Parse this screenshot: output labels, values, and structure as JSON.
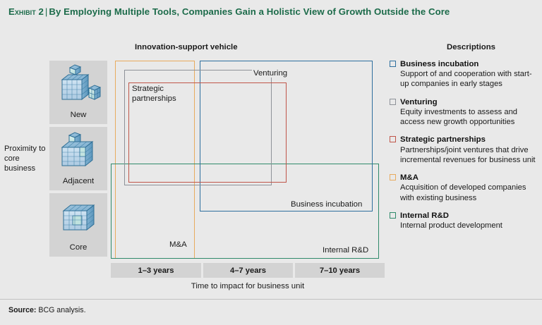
{
  "exhibit": {
    "label": "Exhibit 2",
    "separator": "|",
    "title": "By Employing Multiple Tools, Companies Gain a Holistic View of Growth Outside the Core"
  },
  "headers": {
    "vehicle": "Innovation-support vehicle",
    "descriptions": "Descriptions"
  },
  "y_axis": {
    "label": "Proximity to core business",
    "tiers": [
      {
        "name": "New",
        "icon": "cube-grid-new-icon"
      },
      {
        "name": "Adjacent",
        "icon": "cube-grid-adjacent-icon"
      },
      {
        "name": "Core",
        "icon": "cube-grid-core-icon"
      }
    ]
  },
  "x_axis": {
    "caption": "Time to impact for business unit",
    "segments": [
      "1–3 years",
      "4–7 years",
      "7–10 years"
    ]
  },
  "chart_data": {
    "type": "table",
    "title": "By Employing Multiple Tools, Companies Gain a Holistic View of Growth Outside the Core",
    "xlabel": "Time to impact for business unit",
    "ylabel": "Proximity to core business",
    "x_categories": [
      "1–3 years",
      "4–7 years",
      "7–10 years"
    ],
    "y_categories": [
      "Core",
      "Adjacent",
      "New"
    ],
    "legend_position": "right",
    "grid": false,
    "series": [
      {
        "name": "M&A",
        "color": "#e8a martian",
        "label": "M&A",
        "time_span": [
          "1–3 years",
          "4–7 years"
        ],
        "proximity_span": [
          "Core",
          "Adjacent",
          "New"
        ]
      },
      {
        "name": "Venturing",
        "label": "Venturing",
        "time_span": [
          "1–3 years",
          "4–7 years"
        ],
        "proximity_span": [
          "Adjacent",
          "New"
        ]
      },
      {
        "name": "Strategic partnerships",
        "label": "Strategic partnerships",
        "time_span": [
          "1–3 years",
          "4–7 years"
        ],
        "proximity_span": [
          "Adjacent",
          "New"
        ]
      },
      {
        "name": "Business incubation",
        "label": "Business incubation",
        "time_span": [
          "4–7 years",
          "7–10 years"
        ],
        "proximity_span": [
          "Adjacent",
          "New"
        ]
      },
      {
        "name": "Internal R&D",
        "label": "Internal R&D",
        "time_span": [
          "1–3 years",
          "4–7 years",
          "7–10 years"
        ],
        "proximity_span": [
          "Core",
          "Adjacent"
        ]
      }
    ]
  },
  "boxes": {
    "mna": {
      "label": "M&A",
      "color": "#e8ab5e"
    },
    "venturing": {
      "label": "Venturing",
      "color": "#8e9299"
    },
    "strategic": {
      "label": "Strategic partnerships",
      "color": "#c0564a"
    },
    "incubation": {
      "label": "Business incubation",
      "color": "#2e6f9e"
    },
    "rnd": {
      "label": "Internal R&D",
      "color": "#2f8a6b"
    }
  },
  "legend": [
    {
      "title": "Business incubation",
      "desc": "Support of and cooperation with start-up companies in early stages",
      "color": "#2e6f9e"
    },
    {
      "title": "Venturing",
      "desc": "Equity investments to assess and access new growth opportunities",
      "color": "#8e9299"
    },
    {
      "title": "Strategic partnerships",
      "desc": "Partnerships/joint ventures that drive incremental revenues for business unit",
      "color": "#c0564a"
    },
    {
      "title": "M&A",
      "desc": "Acquisition of developed companies with existing business",
      "color": "#e8ab5e"
    },
    {
      "title": "Internal R&D",
      "desc": "Internal product development",
      "color": "#2f8a6b"
    }
  ],
  "footer": {
    "source_label": "Source:",
    "source_text": " BCG analysis."
  }
}
